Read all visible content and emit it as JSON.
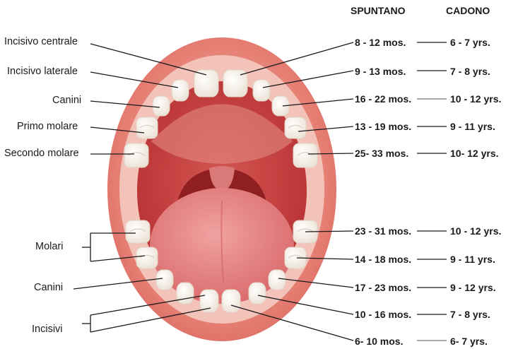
{
  "headers": {
    "erupt": "SPUNTANO",
    "shed": "CADONO"
  },
  "upper_labels": [
    "Incisivo centrale",
    "Incisivo laterale",
    "Canini",
    "Primo molare",
    "Secondo molare"
  ],
  "lower_labels": {
    "molars": "Molari",
    "canines": "Canini",
    "incisors": "Incisivi"
  },
  "upper_rows": [
    {
      "erupt": "8 - 12 mos.",
      "shed": "6 - 7 yrs."
    },
    {
      "erupt": "9 - 13 mos.",
      "shed": "7 - 8 yrs."
    },
    {
      "erupt": "16 - 22 mos.",
      "shed": "10 - 12 yrs."
    },
    {
      "erupt": "13 - 19 mos.",
      "shed": "9 - 11 yrs."
    },
    {
      "erupt": "25- 33 mos.",
      "shed": "10- 12 yrs."
    }
  ],
  "lower_rows": [
    {
      "erupt": "23 - 31 mos.",
      "shed": "10 - 12 yrs."
    },
    {
      "erupt": "14 - 18 mos.",
      "shed": "9 - 11 yrs."
    },
    {
      "erupt": "17 - 23 mos.",
      "shed": "9 - 12 yrs."
    },
    {
      "erupt": "10 - 16 mos.",
      "shed": "7 - 8 yrs."
    },
    {
      "erupt": "6- 10 mos.",
      "shed": "6- 7 yrs."
    }
  ],
  "colors": {
    "lips": "#e0766f",
    "gum": "#f2bdb2",
    "mouth_cavity": "#c23a3a",
    "throat": "#8e1d1f",
    "tongue": "#e07b7b",
    "tooth": "#fbf8f3",
    "line": "#1a1a1a"
  }
}
